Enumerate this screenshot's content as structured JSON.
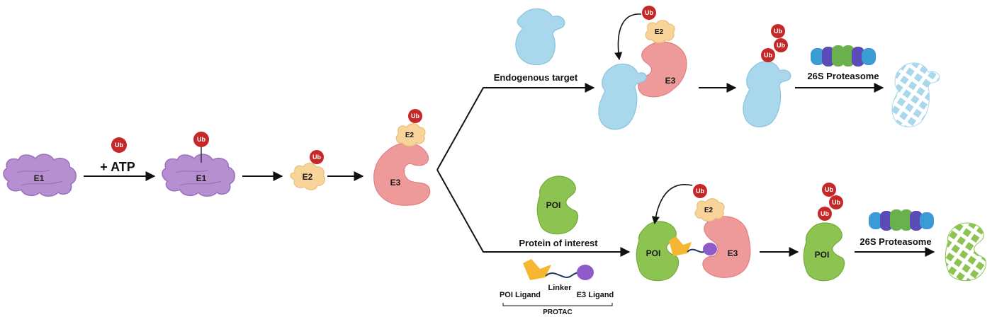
{
  "labels": {
    "e1": "E1",
    "e2": "E2",
    "e3": "E3",
    "ub": "Ub",
    "poi": "POI",
    "atp": "+ ATP",
    "endogenous_target": "Endogenous target",
    "protein_of_interest": "Protein of interest",
    "proteasome_26s": "26S Proteasome",
    "poi_ligand": "POI Ligand",
    "linker": "Linker",
    "e3_ligand": "E3 Ligand",
    "protac": "PROTAC"
  },
  "colors": {
    "e1": "#b68fd0",
    "e2": "#f8d49a",
    "e3": "#ef9a9a",
    "ub": "#c62828",
    "target": "#a9d8ec",
    "poi": "#8dc451",
    "poi_ligand": "#f5b731",
    "e3_ligand": "#8e5bc8",
    "linker": "#1f3a5f",
    "proteasome_blue": "#3a9bd5",
    "proteasome_green": "#6ab04c",
    "proteasome_purple": "#5b4bb7",
    "arrow": "#111111"
  }
}
